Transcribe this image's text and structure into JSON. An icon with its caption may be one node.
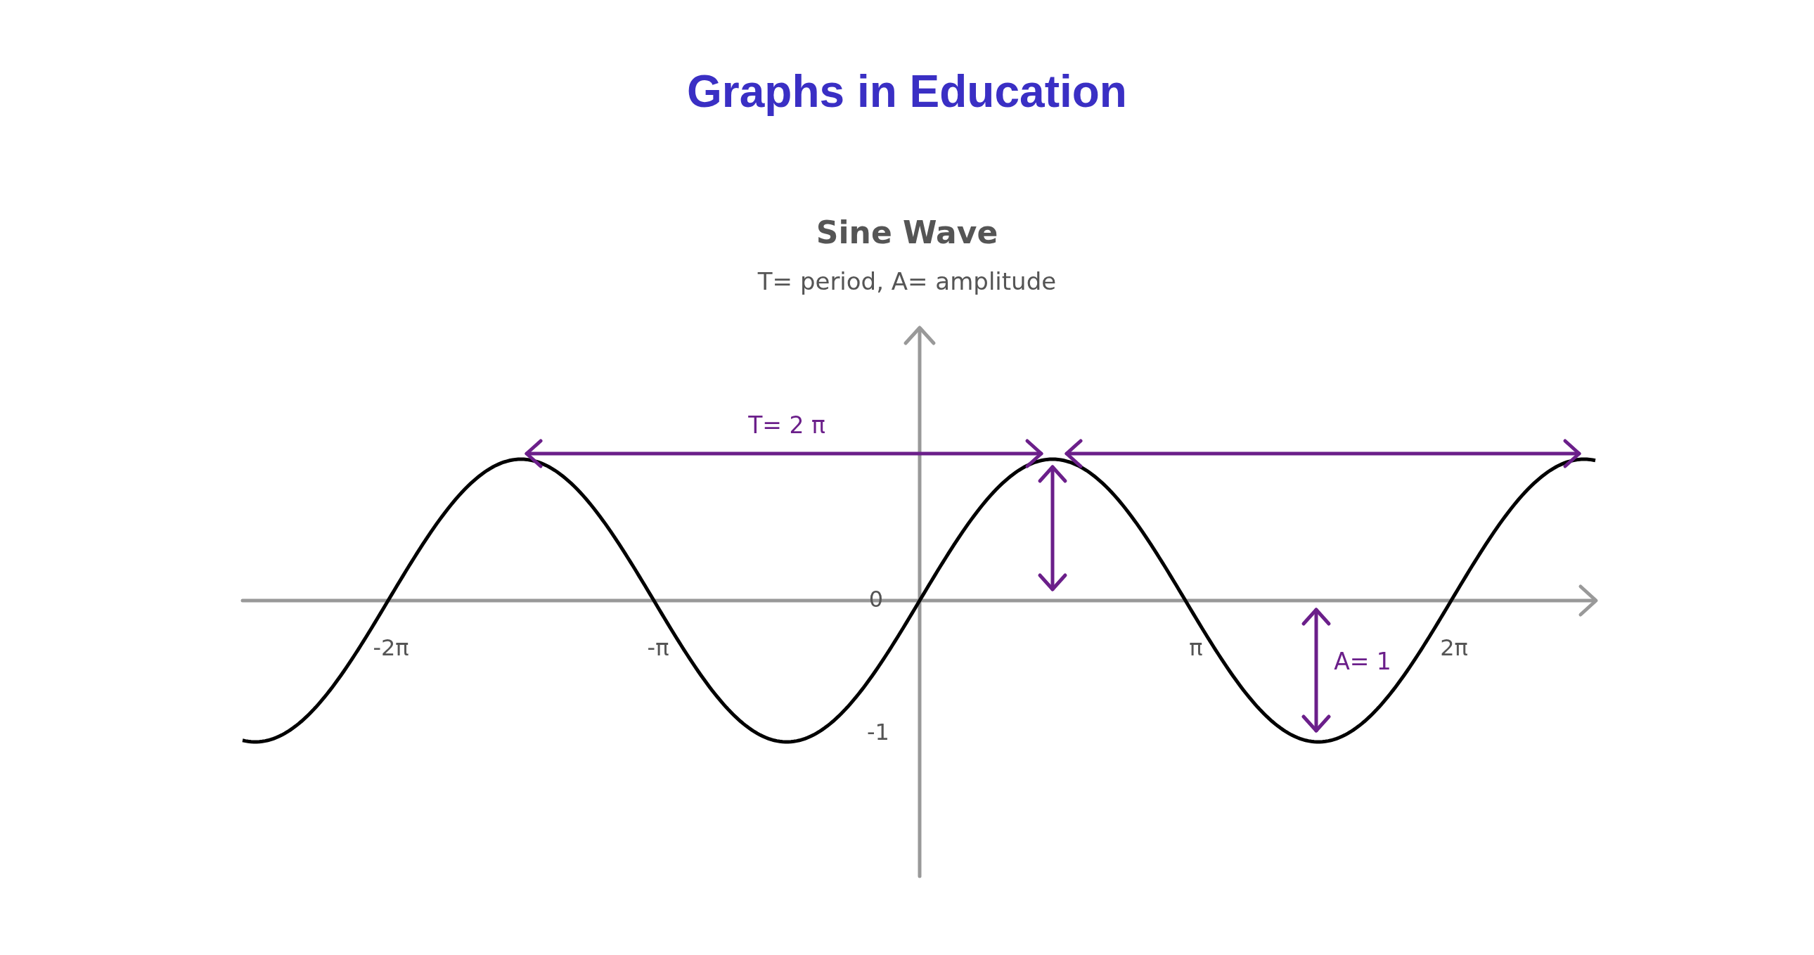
{
  "diagram": {
    "title": "Graphs in Education",
    "labels": [
      "Sine Wave",
      "T= period, A= amplitude",
      "T= 2 π",
      "0",
      "-2π",
      "-π",
      "π",
      "2π",
      "A= 1",
      "-1"
    ]
  }
}
